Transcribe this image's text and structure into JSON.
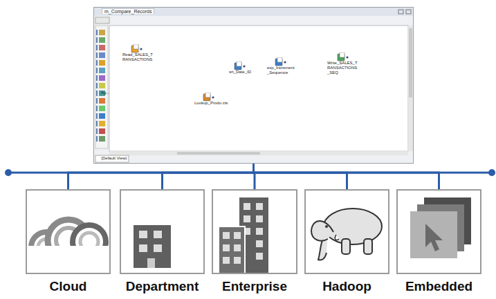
{
  "diagram": {
    "nodes": [
      {
        "text": [
          "m_Compare_Records",
          "(Default View)"
        ]
      },
      {
        "text": [
          "Read_SALES_T RANSACTIONS"
        ],
        "in": 0
      },
      {
        "text": [
          "Lookup_Produ cts"
        ],
        "in": 0
      },
      {
        "text": [
          "srt_Date_ID"
        ],
        "in": 0
      },
      {
        "text": [
          "exp_Increment _Sequence"
        ],
        "in": 0
      },
      {
        "text": [
          "Write_SALES_T RANSACTIONS _SEQ"
        ],
        "in": 0
      },
      {
        "text": [
          "Cloud"
        ]
      },
      {
        "text": [
          "Department"
        ]
      },
      {
        "text": [
          "Enterprise"
        ]
      },
      {
        "text": [
          "Hadoop"
        ]
      },
      {
        "text": [
          "Embedded"
        ]
      }
    ],
    "edges": [
      {
        "from": 1,
        "to": 3,
        "arrow": "to"
      },
      {
        "from": 1,
        "to": 2,
        "arrow": "to"
      },
      {
        "from": 2,
        "to": 3,
        "arrow": "to"
      },
      {
        "from": 3,
        "to": 4,
        "arrow": "to"
      },
      {
        "from": 4,
        "to": 5,
        "arrow": "to"
      },
      {
        "from": 0,
        "to": 6,
        "arrow": "none"
      },
      {
        "from": 0,
        "to": 7,
        "arrow": "none"
      },
      {
        "from": 0,
        "to": 8,
        "arrow": "none"
      },
      {
        "from": 0,
        "to": 9,
        "arrow": "none"
      },
      {
        "from": 0,
        "to": 10,
        "arrow": "none"
      }
    ],
    "labels": [
      "Ag..."
    ]
  }
}
